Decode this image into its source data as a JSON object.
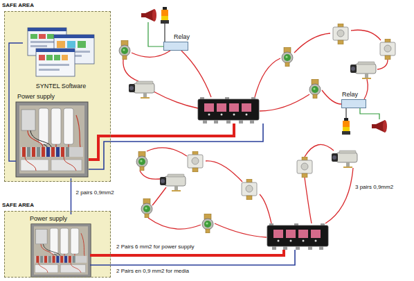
{
  "diagram": {
    "nodes": [
      {
        "text": [
          "SAFE AREA"
        ]
      },
      {
        "text": [
          "SYNTEL Software"
        ],
        "in": 0
      },
      {
        "text": [
          "Power supply"
        ],
        "in": 0
      },
      {
        "text": [
          "Relay"
        ]
      },
      {
        "text": [
          "Relay"
        ]
      },
      {
        "text": [
          "SAFE AREA"
        ]
      },
      {
        "text": [
          "Power supply"
        ],
        "in": 5
      }
    ],
    "edges": [
      {
        "from": 1,
        "to": 2,
        "arrow": "none"
      },
      {
        "from": 2,
        "to": 6,
        "label": "2 pairs 0,9mm2",
        "arrow": "none"
      }
    ],
    "labels": [
      "2 Pairs 6 mm2 for power supply",
      "2 Pairs en 0,9 mm2 for media",
      "3 pairs 0,9mm2"
    ]
  }
}
